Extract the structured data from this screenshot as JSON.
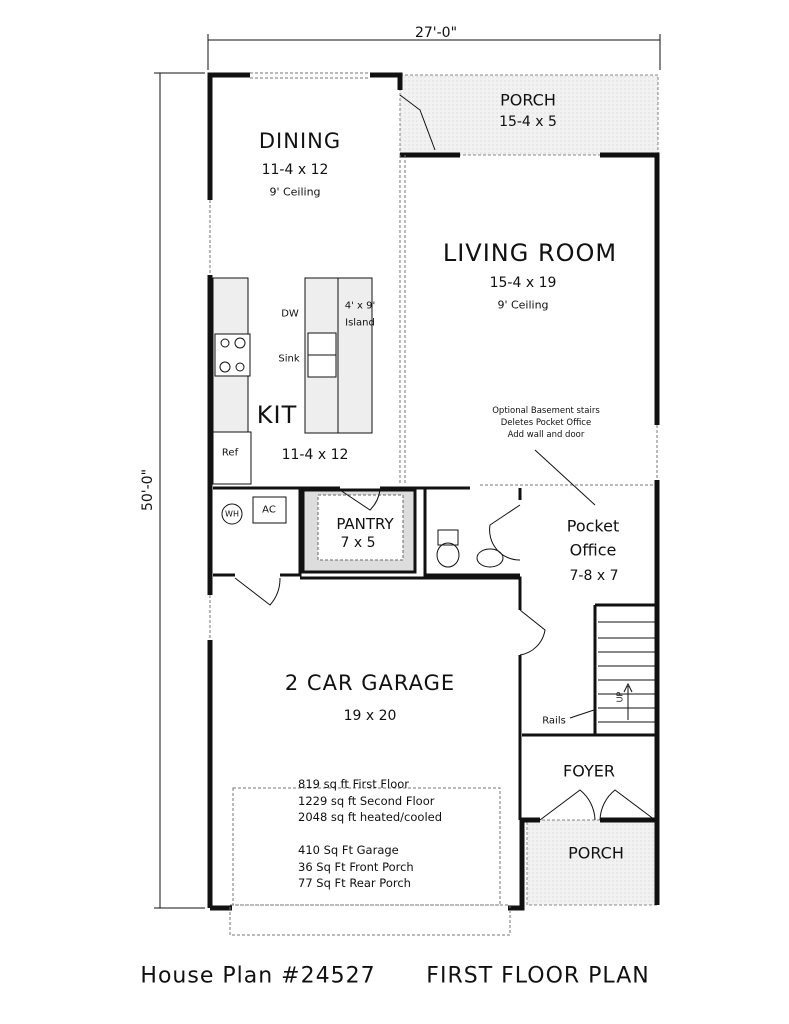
{
  "dimensions": {
    "width": "27'-0\"",
    "depth": "50'-0\""
  },
  "rooms": {
    "dining": {
      "name": "DINING",
      "size": "11-4 x 12",
      "ceiling": "9' Ceiling"
    },
    "porch_rear": {
      "name": "PORCH",
      "size": "15-4 x 5"
    },
    "living": {
      "name": "LIVING ROOM",
      "size": "15-4 x 19",
      "ceiling": "9' Ceiling"
    },
    "kitchen": {
      "name": "KIT",
      "size": "11-4 x 12",
      "dw": "DW",
      "sink": "Sink",
      "ref": "Ref",
      "island_size": "4' x 9'",
      "island_label": "Island"
    },
    "wh": "WH",
    "ac": "AC",
    "pantry": {
      "name": "PANTRY",
      "size": "7 x 5"
    },
    "pocket_office": {
      "name_line1": "Pocket",
      "name_line2": "Office",
      "size": "7-8 x 7"
    },
    "garage": {
      "name": "2 CAR GARAGE",
      "size": "19 x 20"
    },
    "foyer": {
      "name": "FOYER"
    },
    "porch_front": {
      "name": "PORCH"
    },
    "stairs": {
      "up": "UP",
      "rails": "Rails"
    }
  },
  "note": {
    "line1": "Optional Basement stairs",
    "line2": "Deletes Pocket Office",
    "line3": "Add wall and door"
  },
  "stats": [
    "819 sq ft First Floor",
    "1229 sq ft Second Floor",
    "2048 sq ft heated/cooled",
    "",
    "410 Sq Ft Garage",
    "36 Sq Ft Front Porch",
    "77 Sq Ft Rear Porch"
  ],
  "title": {
    "plan": "House Plan #24527",
    "floor": "FIRST FLOOR PLAN"
  }
}
